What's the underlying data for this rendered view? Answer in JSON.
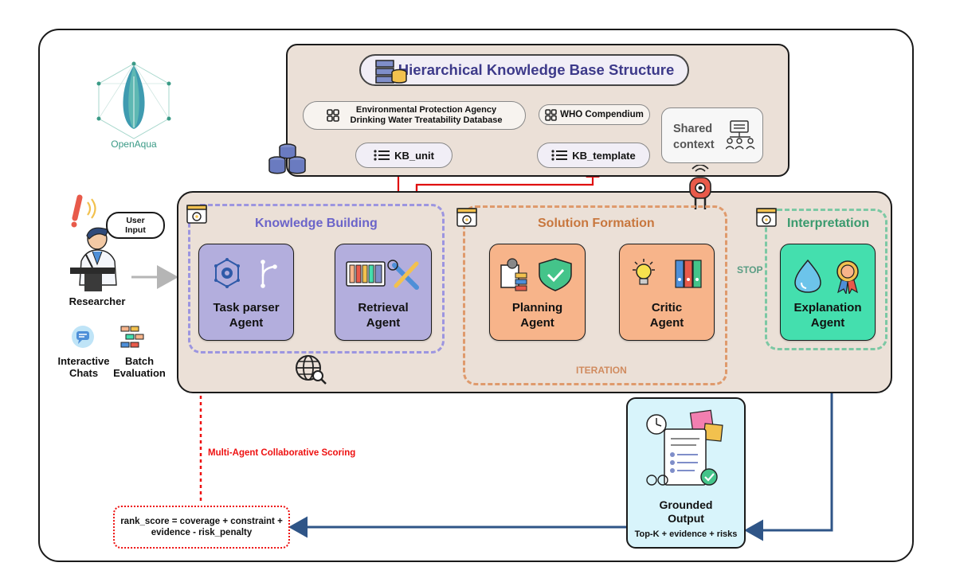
{
  "logo": {
    "text_open": "Open",
    "text_aqua": "Aqua"
  },
  "kb": {
    "title": "Hierarchical Knowledge Base Structure",
    "epa_line1": "Environmental Protection Agency",
    "epa_line2": "Drinking Water Treatability Database",
    "who": "WHO Compendium",
    "kb_unit": "KB_unit",
    "kb_template": "KB_template",
    "shared_line1": "Shared",
    "shared_line2": "context"
  },
  "left": {
    "user_input_line1": "User",
    "user_input_line2": "Input",
    "researcher": "Researcher",
    "chats_line1": "Interactive",
    "chats_line2": "Chats",
    "batch_line1": "Batch",
    "batch_line2": "Evaluation"
  },
  "groups": {
    "knowledge_building": "Knowledge Building",
    "solution_formation": "Solution Formation",
    "interpretation": "Interpretation"
  },
  "agents": {
    "task_parser_line1": "Task parser",
    "task_parser_line2": "Agent",
    "retrieval_line1": "Retrieval",
    "retrieval_line2": "Agent",
    "planning_line1": "Planning",
    "planning_line2": "Agent",
    "critic_line1": "Critic",
    "critic_line2": "Agent",
    "explanation_line1": "Explanation",
    "explanation_line2": "Agent"
  },
  "labels": {
    "stop": "STOP",
    "iteration": "ITERATION",
    "scoring": "Multi-Agent Collaborative Scoring"
  },
  "output": {
    "title_line1": "Grounded",
    "title_line2": "Output",
    "sub": "Top-K + evidence + risks"
  },
  "score": {
    "line1": "rank_score = coverage + constraint +",
    "line2": "evidence - risk_penalty"
  },
  "colors": {
    "kb_panel": "#ebe0d7",
    "purple_agent": "#b3aedd",
    "orange_agent": "#f7b48a",
    "green_agent": "#44dfae",
    "purple_dash": "#9c95e0",
    "orange_dash": "#df9a6c",
    "green_dash": "#7cc8a4",
    "red_arrow": "#e01010",
    "blue_arrow": "#2f5587",
    "output_bg": "#d8f4fb"
  }
}
